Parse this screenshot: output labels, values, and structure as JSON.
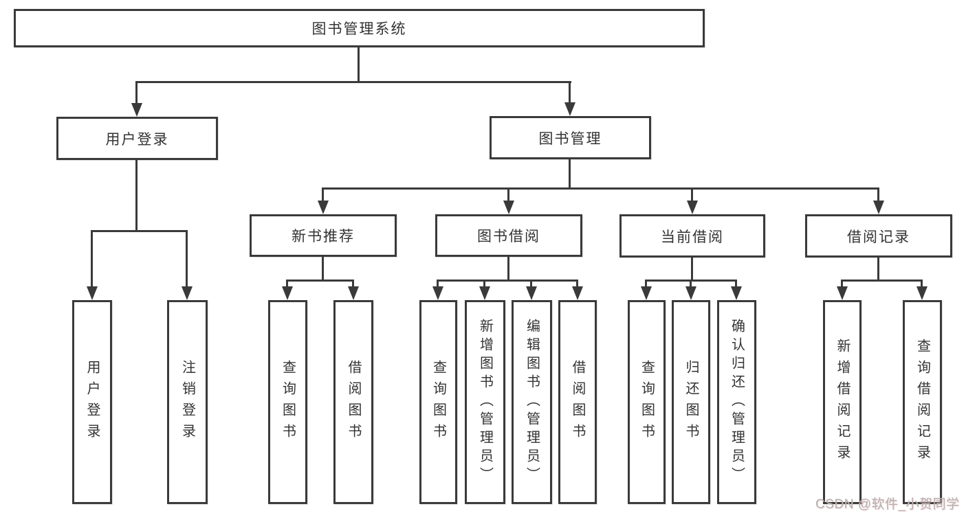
{
  "diagram": {
    "title": "图书管理系统",
    "root": {
      "label": "图书管理系统"
    },
    "level2": [
      {
        "label": "用户登录"
      },
      {
        "label": "图书管理"
      }
    ],
    "level3": [
      {
        "label": "新书推荐"
      },
      {
        "label": "图书借阅"
      },
      {
        "label": "当前借阅"
      },
      {
        "label": "借阅记录"
      }
    ],
    "leaves": [
      {
        "label": "用户登录",
        "parent": "用户登录"
      },
      {
        "label": "注销登录",
        "parent": "用户登录"
      },
      {
        "label": "查询图书",
        "parent": "新书推荐"
      },
      {
        "label": "借阅图书",
        "parent": "新书推荐"
      },
      {
        "label": "查询图书",
        "parent": "图书借阅"
      },
      {
        "label": "新增图书（管理员）",
        "parent": "图书借阅"
      },
      {
        "label": "编辑图书（管理员）",
        "parent": "图书借阅"
      },
      {
        "label": "借阅图书",
        "parent": "图书借阅"
      },
      {
        "label": "查询图书",
        "parent": "当前借阅"
      },
      {
        "label": "归还图书",
        "parent": "当前借阅"
      },
      {
        "label": "确认归还（管理员）",
        "parent": "当前借阅"
      },
      {
        "label": "新增借阅记录",
        "parent": "借阅记录"
      },
      {
        "label": "查询借阅记录",
        "parent": "借阅记录"
      }
    ]
  },
  "watermark": {
    "text": "CSDN @软件_小贺同学"
  },
  "colors": {
    "line": "#3a3a3a",
    "text": "#333333",
    "background": "#ffffff",
    "watermark": "#b5b3b3"
  }
}
